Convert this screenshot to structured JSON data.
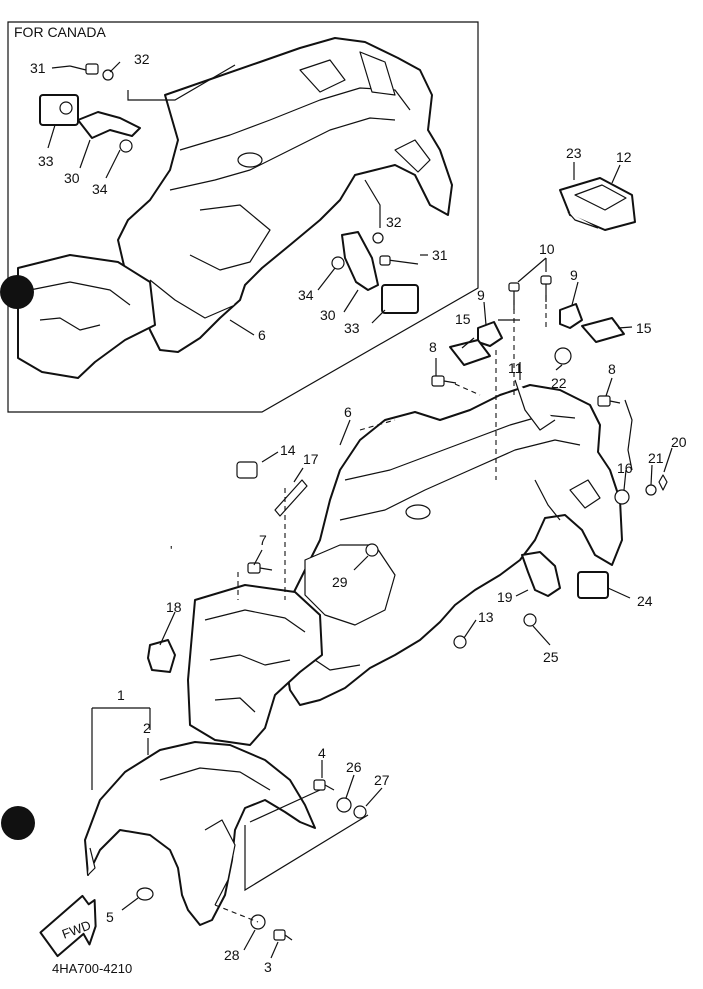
{
  "inset": {
    "title": "FOR CANADA"
  },
  "callouts": {
    "c31a": "31",
    "c32a": "32",
    "c33a": "33",
    "c30a": "30",
    "c34a": "34",
    "c32b": "32",
    "c31b": "31",
    "c34b": "34",
    "c30b": "30",
    "c33b": "33",
    "c6a": "6",
    "c23": "23",
    "c12": "12",
    "c10": "10",
    "c9a": "9",
    "c9b": "9",
    "c15a": "15",
    "c15b": "15",
    "c8a": "8",
    "c11": "11",
    "c22": "22",
    "c8b": "8",
    "c6b": "6",
    "c14": "14",
    "c17": "17",
    "c16": "16",
    "c21": "21",
    "c20": "20",
    "c7": "7",
    "c29": "29",
    "c18": "18",
    "c13": "13",
    "c19": "19",
    "c24": "24",
    "c25": "25",
    "c1": "1",
    "c2": "2",
    "c4": "4",
    "c26": "26",
    "c27": "27",
    "c5": "5",
    "c28": "28",
    "c3": "3"
  },
  "direction_arrow": "FWD",
  "diagram_code": "4HA700-4210"
}
